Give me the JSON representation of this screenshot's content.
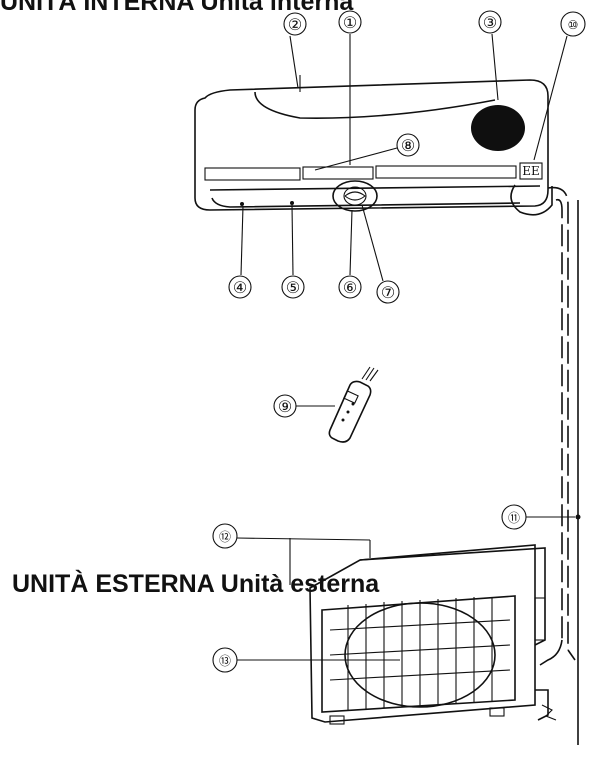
{
  "top_title": "UNITÀ INTERNA Unità interna",
  "outdoor_title": "UNITÀ ESTERNA Unità esterna",
  "labels": [
    "①",
    "②",
    "③",
    "④",
    "⑤",
    "⑥",
    "⑦",
    "⑧",
    "⑨",
    "⑩",
    "⑪",
    "⑫",
    "⑬"
  ],
  "indoor_display_text": "EE"
}
